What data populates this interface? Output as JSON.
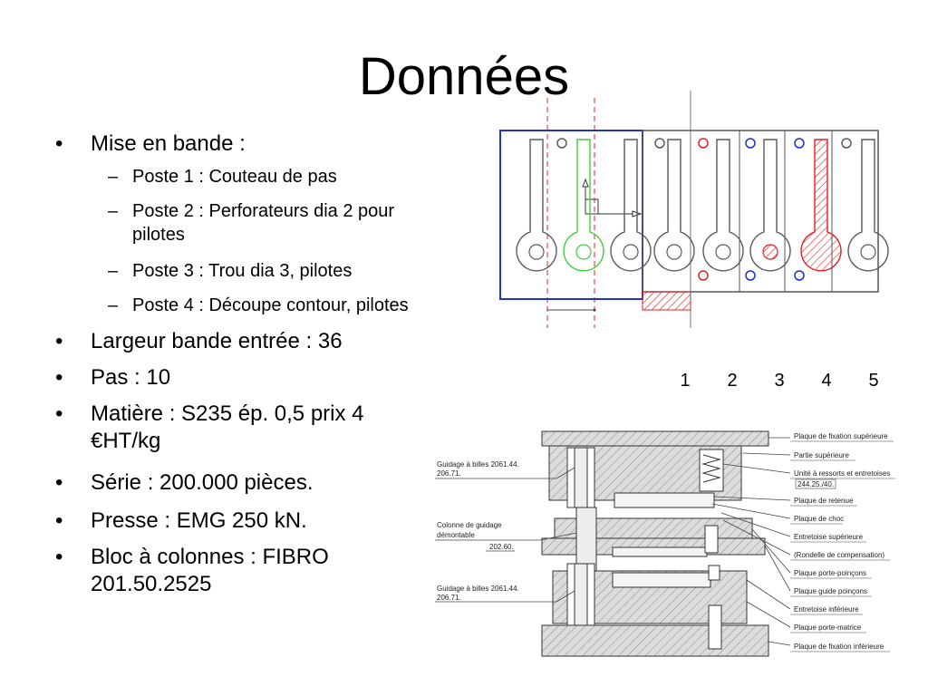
{
  "title": "Données",
  "bullets": {
    "mise_en_bande": "Mise en bande :",
    "poste1": "Poste 1 : Couteau de pas",
    "poste2_line1": "Poste 2 : Perforateurs dia 2 pour",
    "poste2_line2": "pilotes",
    "poste3": "Poste 3 : Trou dia 3, pilotes",
    "poste4": "Poste 4 : Découpe contour, pilotes",
    "largeur": "Largeur bande entrée : 36",
    "pas": "Pas : 10",
    "matiere_line1": "Matière : S235 ép. 0,5 prix 4",
    "matiere_line2": "€HT/kg",
    "serie": "Série : 200.000 pièces.",
    "presse": "Presse : EMG 250 kN.",
    "bloc_line1": "Bloc à colonnes : FIBRO",
    "bloc_line2": "201.50.2525"
  },
  "markers": {
    "bullet": "•",
    "dash": "–"
  },
  "strip_station_numbers": [
    "1",
    "2",
    "3",
    "4",
    "5"
  ],
  "die_labels_left": {
    "guidage_top_line1": "Guidage à billes 2061.44.",
    "guidage_top_line2": "206.71.",
    "colonne_line1": "Colonne de guidage",
    "colonne_line2": "démontable",
    "colonne_ref": "202.60.",
    "guidage_bottom_line1": "Guidage à billes 2061.44.",
    "guidage_bottom_line2": "206.71."
  },
  "die_labels_right": {
    "plaque_fixation_sup": "Plaque de fixation supérieure",
    "partie_sup": "Partie supérieure",
    "unite_ressorts": "Unité à ressorts et entretoises",
    "unite_ref": "244.25./40.",
    "plaque_retenue": "Plaque de retenue",
    "plaque_choc": "Plaque de choc",
    "entretoise_sup": "Entretoise supérieure",
    "rondelle": "(Rondelle de compensation)",
    "porte_poincons": "Plaque porte-poinçons",
    "guide_poincons": "Plaque guide poinçons",
    "entretoise_inf": "Entretoise inférieure",
    "porte_matrice": "Plaque porte-matrice",
    "plaque_fixation_inf": "Plaque de fixation inférieure"
  },
  "colors": {
    "frame": "#2233cc",
    "pilot_blue": "#1a2ed8",
    "red": "#e02020",
    "green": "#3fcf3f",
    "gray": "#5a5a5a",
    "hatch": "#c8c8c8"
  }
}
